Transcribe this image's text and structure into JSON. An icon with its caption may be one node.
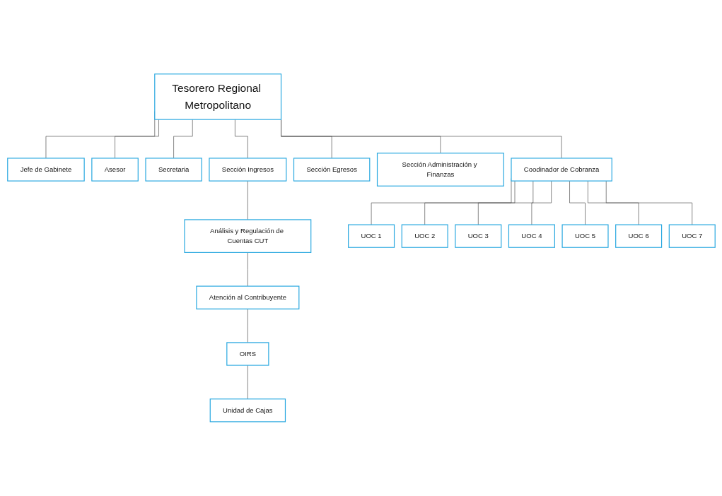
{
  "diagram": {
    "nodes": [
      {
        "text": [
          "Tesorero Regional Metropolitano"
        ]
      },
      {
        "text": [
          "Jefe de Gabinete"
        ]
      },
      {
        "text": [
          "Asesor"
        ]
      },
      {
        "text": [
          "Secretaria"
        ]
      },
      {
        "text": [
          "Coodinador de Cobranza"
        ]
      },
      {
        "text": [
          "Sección Egresos"
        ]
      },
      {
        "text": [
          "Sección Administración y Finanzas"
        ]
      },
      {
        "text": [
          "Sección Ingresos"
        ]
      },
      {
        "text": [
          "Análisis y Regulación de Cuentas CUT"
        ]
      },
      {
        "text": [
          "Atención al Contribuyente"
        ]
      },
      {
        "text": [
          "OIRS"
        ]
      },
      {
        "text": [
          "Unidad de Cajas"
        ]
      },
      {
        "text": [
          "UOC 1"
        ]
      },
      {
        "text": [
          "UOC 2"
        ]
      },
      {
        "text": [
          "UOC 3"
        ]
      },
      {
        "text": [
          "UOC 4"
        ]
      },
      {
        "text": [
          "UOC 5"
        ]
      },
      {
        "text": [
          "UOC 6"
        ]
      },
      {
        "text": [
          "UOC 7"
        ]
      }
    ],
    "edges": [
      {
        "from": 0,
        "to": 1,
        "arrow": "none"
      },
      {
        "from": 0,
        "to": 2,
        "arrow": "none"
      },
      {
        "from": 0,
        "to": 3,
        "arrow": "none"
      },
      {
        "from": 0,
        "to": 4,
        "arrow": "none"
      },
      {
        "from": 0,
        "to": 5,
        "arrow": "none"
      },
      {
        "from": 0,
        "to": 6,
        "arrow": "none"
      },
      {
        "from": 0,
        "to": 7,
        "arrow": "none"
      },
      {
        "from": 7,
        "to": 8,
        "arrow": "none"
      },
      {
        "from": 8,
        "to": 9,
        "arrow": "none"
      },
      {
        "from": 9,
        "to": 10,
        "arrow": "none"
      },
      {
        "from": 10,
        "to": 11,
        "arrow": "none"
      },
      {
        "from": 4,
        "to": 12,
        "arrow": "none"
      },
      {
        "from": 4,
        "to": 13,
        "arrow": "none"
      },
      {
        "from": 4,
        "to": 14,
        "arrow": "none"
      },
      {
        "from": 4,
        "to": 15,
        "arrow": "none"
      },
      {
        "from": 4,
        "to": 16,
        "arrow": "none"
      },
      {
        "from": 4,
        "to": 17,
        "arrow": "none"
      },
      {
        "from": 4,
        "to": 18,
        "arrow": "none"
      }
    ]
  }
}
